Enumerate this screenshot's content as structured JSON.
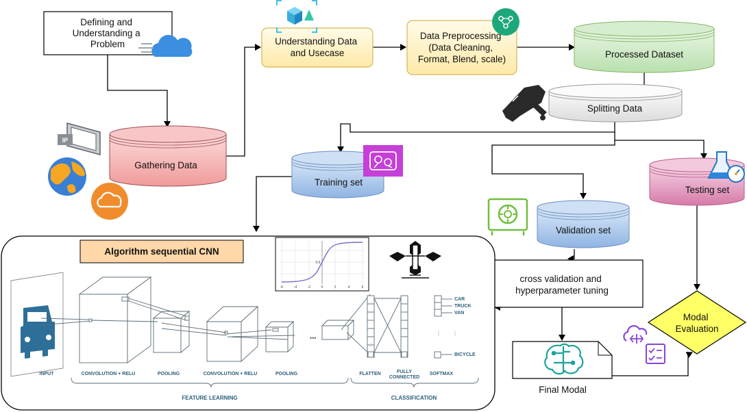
{
  "nodes": {
    "problem": [
      "Defining and",
      "Understanding a",
      "Problem"
    ],
    "gathering": "Gathering Data",
    "understanding": [
      "Understanding Data",
      "and Usecase"
    ],
    "preprocessing": [
      "Data Preprocessing",
      "(Data Cleaning,",
      "Format, Blend, scale)"
    ],
    "processed": "Processed Dataset",
    "splitting": "Splitting Data",
    "training": "Training set",
    "validation": "Validation set",
    "testing": "Testing set",
    "cnn_title": "Algorithm sequential CNN",
    "cross_validation": [
      "cross validation and",
      "hyperparameter tuning"
    ],
    "final_model": "Final Modal",
    "evaluation": [
      "Modal",
      "Evaluation"
    ]
  },
  "cnn": {
    "input": "INPUT",
    "conv1": "CONVOLUTION + RELU",
    "pool1": "POOLING",
    "conv2": "CONVOLUTION + RELU",
    "pool2": "POOLING",
    "flatten": "FLATTEN",
    "fully_connected": [
      "FULLY",
      "CONNECTED"
    ],
    "softmax": "SOFTMAX",
    "feature_learning": "FEATURE LEARNING",
    "classification": "CLASSIFICATION",
    "classes": [
      "CAR",
      "TRUCK",
      "VAN",
      "BICYCLE"
    ]
  },
  "badges": {
    "ip": "IP"
  },
  "sigmoid_ticks": [
    "-6",
    "-4",
    "-2",
    "0",
    "2",
    "4",
    "6"
  ],
  "sigmoid_y_tick": "0.5",
  "colors": {
    "gathering": "#f4c7c7",
    "understanding": "#fff2cc",
    "processed": "#d5e8d4",
    "training": "#b7d0ee",
    "testing": "#e6a8c6",
    "cnn_title_bg": "#ffd7a8",
    "evaluation": "#ffff66"
  },
  "icons": [
    "cloud-icon",
    "ip-camera-icon",
    "globe-icon",
    "cloud-badge-icon",
    "cube-icon",
    "flow-icon",
    "knife-icon",
    "ml-studio-icon",
    "safe-icon",
    "flask-icon",
    "checklist-icon",
    "brain-icon",
    "sigmoid-plot",
    "drone-icon"
  ]
}
